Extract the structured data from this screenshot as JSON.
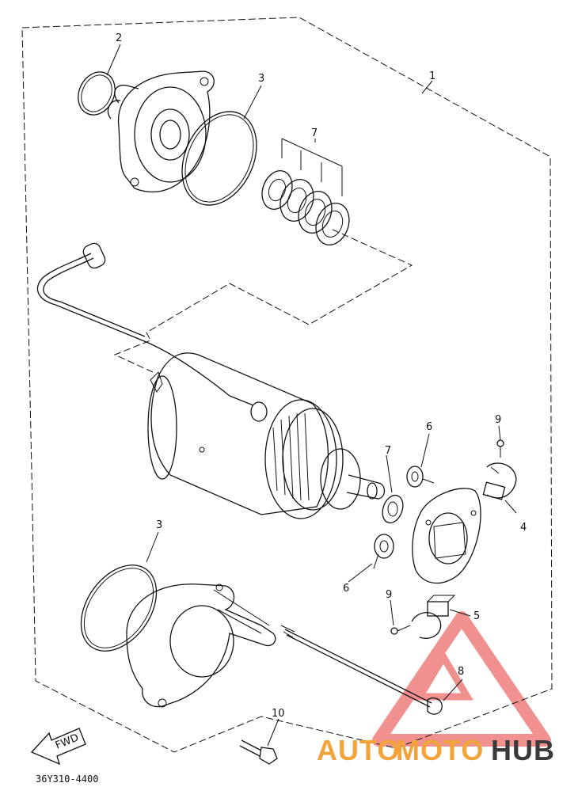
{
  "diagram": {
    "part_code": "36Y310-4400",
    "fwd_label": "FWD",
    "watermark": {
      "part1": "AUTO",
      "part2": "MOTO",
      "part3": "HUB",
      "triangle_color": "#e53935",
      "accent_color": "#f2a33a"
    },
    "callouts": [
      {
        "id": "c1",
        "label": "1"
      },
      {
        "id": "c2",
        "label": "2"
      },
      {
        "id": "c3a",
        "label": "3"
      },
      {
        "id": "c3b",
        "label": "3"
      },
      {
        "id": "c4",
        "label": "4"
      },
      {
        "id": "c5",
        "label": "5"
      },
      {
        "id": "c6a",
        "label": "6"
      },
      {
        "id": "c6b",
        "label": "6"
      },
      {
        "id": "c7a",
        "label": "7"
      },
      {
        "id": "c7b",
        "label": "7"
      },
      {
        "id": "c8",
        "label": "8"
      },
      {
        "id": "c9a",
        "label": "9"
      },
      {
        "id": "c9b",
        "label": "9"
      },
      {
        "id": "c10",
        "label": "10"
      }
    ]
  }
}
